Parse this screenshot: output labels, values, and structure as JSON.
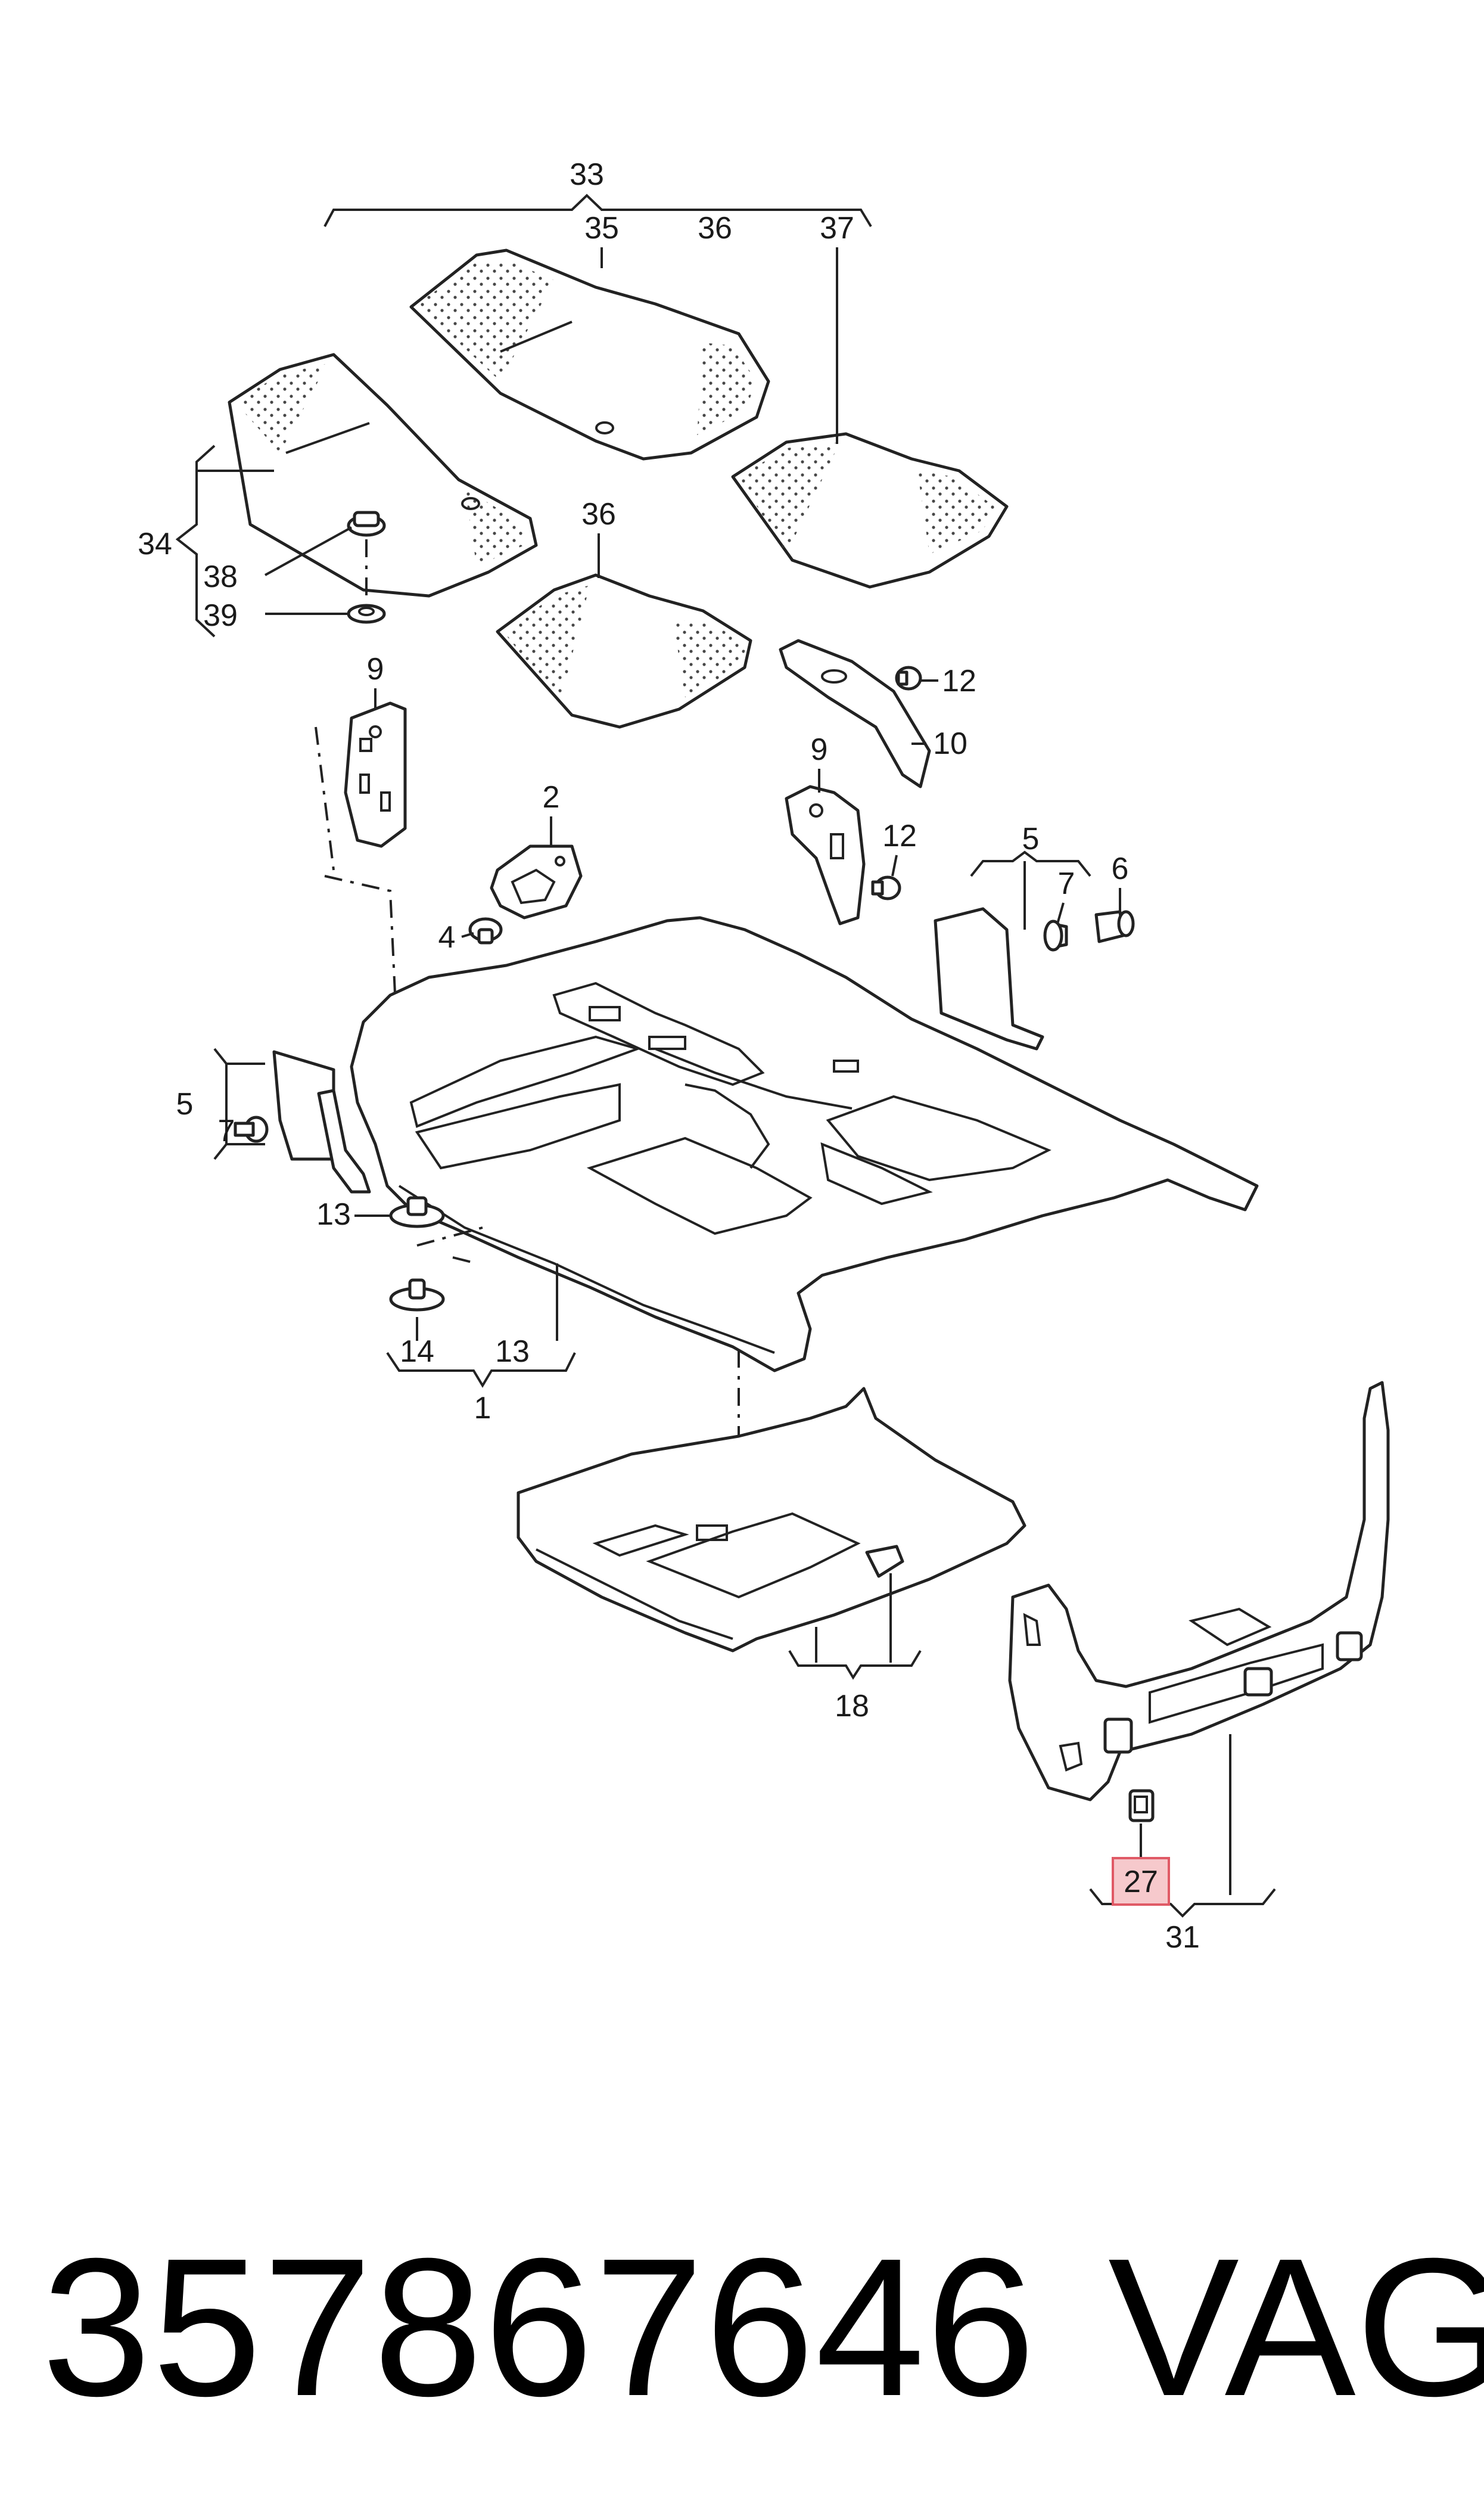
{
  "diagram": {
    "callouts": {
      "c1": "1",
      "c2": "2",
      "c4": "4",
      "c5a": "5",
      "c5b": "5",
      "c6": "6",
      "c7a": "7",
      "c7b": "7",
      "c9a": "9",
      "c9b": "9",
      "c10": "10",
      "c12a": "12",
      "c12b": "12",
      "c13a": "13",
      "c13b": "13",
      "c14": "14",
      "c18": "18",
      "c27": "27",
      "c31": "31",
      "c33": "33",
      "c34": "34",
      "c35": "35",
      "c36a": "36",
      "c36b": "36",
      "c37": "37",
      "c38": "38",
      "c39": "39"
    },
    "highlighted_callout": "27",
    "highlight_color": "#f6c9cc"
  },
  "footer": {
    "part_number": "357867646",
    "brand": "VAG"
  }
}
